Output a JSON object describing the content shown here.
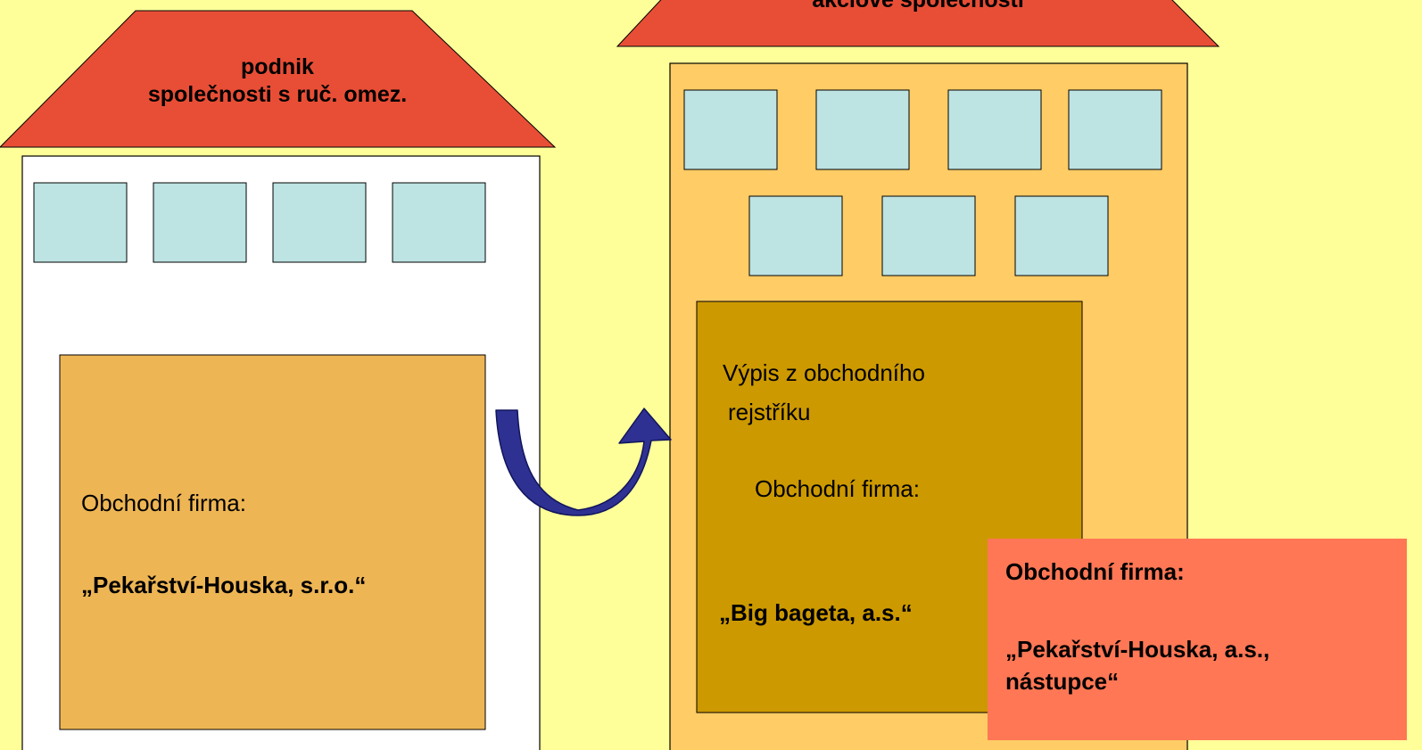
{
  "left_building": {
    "roof_label_line1": "podnik",
    "roof_label_line2": "společnosti s ruč. omez.",
    "panel_label": "Obchodní firma:",
    "panel_value": "„Pekařství-Houska, s.r.o.“"
  },
  "right_building": {
    "roof_label_partial": "akciové společnosti",
    "register_line1": "Výpis z obchodního",
    "register_line2": "rejstříku",
    "panel_label": "Obchodní firma:",
    "panel_value": "„Big bageta, a.s.“"
  },
  "result_box": {
    "label": "Obchodní firma:",
    "value_line1": "„Pekařství-Houska, a.s.,",
    "value_line2": "nástupce“"
  },
  "colors": {
    "background": "#ffff99",
    "roof": "#e84e36",
    "left_wall": "#ffffff",
    "right_wall": "#ffcc66",
    "window": "#bde3e3",
    "left_panel": "#edb554",
    "right_panel": "#cc9900",
    "result_box": "#ff7755",
    "arrow": "#2e3192"
  }
}
